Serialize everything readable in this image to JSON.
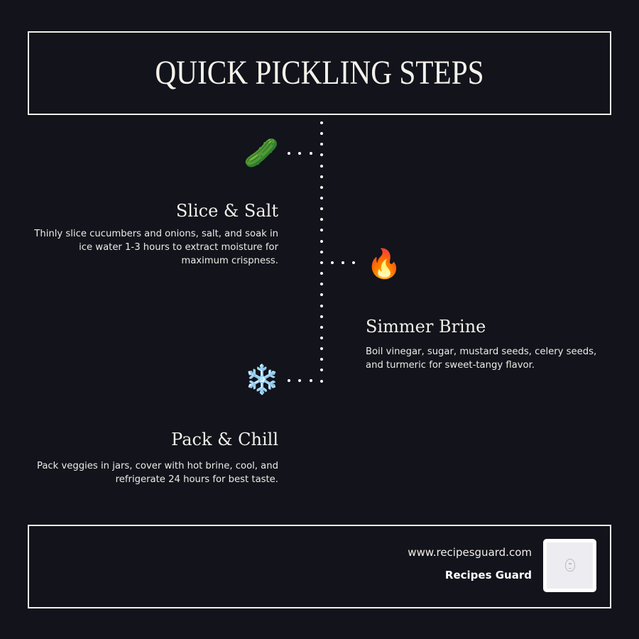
{
  "header": {
    "title": "QUICK PICKLING STEPS"
  },
  "steps": [
    {
      "icon": "cucumber-icon",
      "emoji": "🥒",
      "title": "Slice & Salt",
      "description": "Thinly slice cucumbers and onions, salt, and soak in ice water 1-3 hours to extract moisture for maximum crispness.",
      "side": "left"
    },
    {
      "icon": "fire-icon",
      "emoji": "🔥",
      "title": "Simmer Brine",
      "description": "Boil vinegar, sugar, mustard seeds, celery seeds, and turmeric for sweet-tangy flavor.",
      "side": "right"
    },
    {
      "icon": "snowflake-icon",
      "emoji": "❄️",
      "title": "Pack & Chill",
      "description": "Pack veggies in jars, cover with hot brine, cool, and refrigerate 24 hours for best taste.",
      "side": "left"
    }
  ],
  "footer": {
    "website": "www.recipesguard.com",
    "brand": "Recipes Guard",
    "logo_icon": "recipes-guard-logo-icon"
  },
  "colors": {
    "background": "#12131b",
    "text": "#f2efe8",
    "border": "#f2efe8"
  }
}
